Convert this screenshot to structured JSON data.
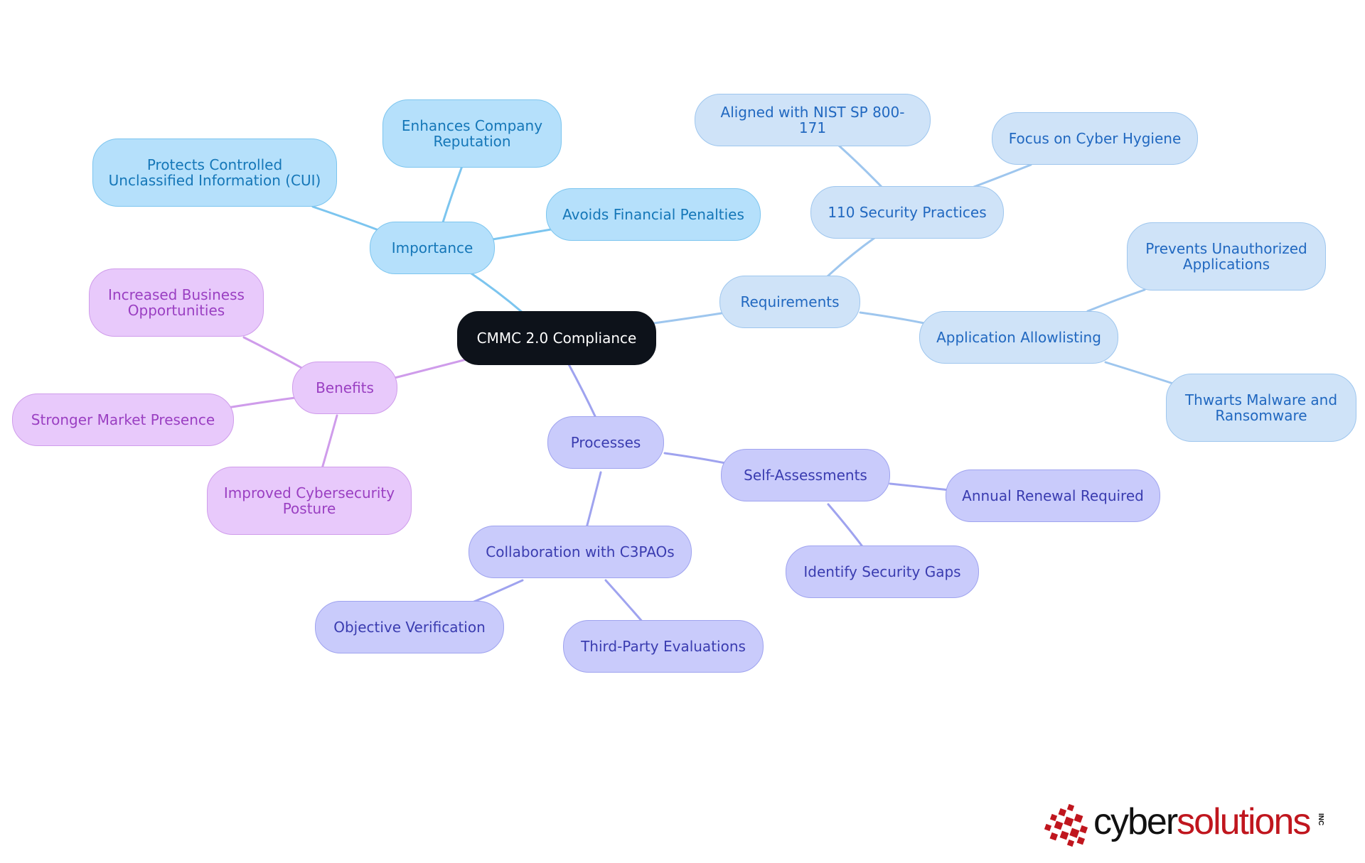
{
  "root": "CMMC 2.0 Compliance",
  "branches": {
    "importance": {
      "label": "Importance",
      "children": [
        "Protects Controlled\nUnclassified Information (CUI)",
        "Enhances Company\nReputation",
        "Avoids Financial Penalties"
      ]
    },
    "requirements": {
      "label": "Requirements",
      "security_practices": {
        "label": "110 Security Practices",
        "children": [
          "Aligned with NIST SP 800-171",
          "Focus on Cyber Hygiene"
        ]
      },
      "allowlisting": {
        "label": "Application Allowlisting",
        "children": [
          "Prevents Unauthorized\nApplications",
          "Thwarts Malware and\nRansomware"
        ]
      }
    },
    "processes": {
      "label": "Processes",
      "self_assessments": {
        "label": "Self-Assessments",
        "children": [
          "Annual Renewal Required",
          "Identify Security Gaps"
        ]
      },
      "collaboration": {
        "label": "Collaboration with C3PAOs",
        "children": [
          "Objective Verification",
          "Third-Party Evaluations"
        ]
      }
    },
    "benefits": {
      "label": "Benefits",
      "children": [
        "Increased Business\nOpportunities",
        "Stronger Market Presence",
        "Improved Cybersecurity\nPosture"
      ]
    }
  },
  "logo": {
    "part1": "cyber",
    "part2": "solutions",
    "suffix": "INC"
  },
  "colors": {
    "root": "#0d121a",
    "importance": "#b5e0fb",
    "requirements": "#cfe3f8",
    "processes": "#c9cbfb",
    "benefits": "#e8c9fb",
    "logo_red": "#c0161e"
  }
}
